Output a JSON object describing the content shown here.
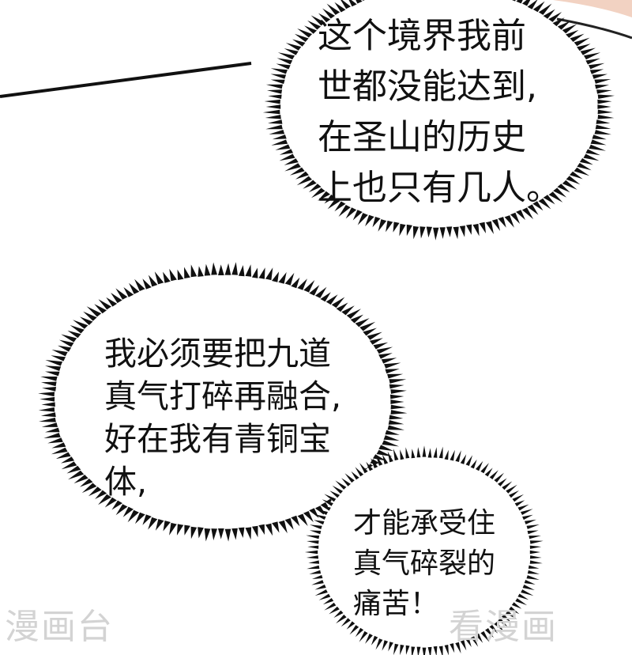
{
  "bubbles": [
    {
      "name": "bubble-top-right",
      "lines": [
        "这个境界我前",
        "世都没能达到,",
        "在圣山的历史",
        "上也只有几人。"
      ]
    },
    {
      "name": "bubble-middle-left",
      "lines": [
        "我必须要把九道",
        "真气打碎再融合,",
        "好在我有青铜宝",
        "体,"
      ]
    },
    {
      "name": "bubble-bottom-right",
      "lines": [
        "才能承受住",
        "真气碎裂的",
        "痛苦！"
      ]
    }
  ],
  "watermarks": {
    "left": "漫画台",
    "right": "看漫画"
  },
  "colors": {
    "ink": "#111111",
    "paper": "#ffffff",
    "skin_corner": "#f2d2c2",
    "watermark": "#d3d3d3"
  }
}
